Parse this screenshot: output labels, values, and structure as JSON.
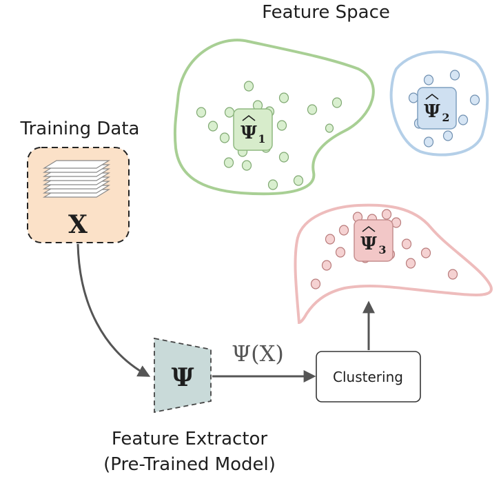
{
  "labels": {
    "feature_space": "Feature Space",
    "training_data": "Training Data",
    "dataset_symbol": "X",
    "extractor_symbol": "Ψ",
    "arrow_label": "Ψ(X)",
    "clustering": "Clustering",
    "extractor_line1": "Feature Extractor",
    "extractor_line2": "(Pre-Trained Model)"
  },
  "clusters": [
    {
      "id": "1",
      "symbol": "Ψ",
      "subscript": "1",
      "color": "#a8cf94",
      "fill": "#d7eccb",
      "point_fill": "#d9efcf",
      "point_stroke": "#7fa871"
    },
    {
      "id": "2",
      "symbol": "Ψ",
      "subscript": "2",
      "color": "#b4cfe8",
      "fill": "#cfe0f1",
      "point_fill": "#d6e5f4",
      "point_stroke": "#6f8fb0"
    },
    {
      "id": "3",
      "symbol": "Ψ",
      "subscript": "3",
      "color": "#eebcbc",
      "fill": "#f2c7c7",
      "point_fill": "#f5d2d2",
      "point_stroke": "#b87a7a"
    }
  ],
  "colors": {
    "training_box_fill": "#fbe1c8",
    "extractor_fill": "#c9dad9",
    "arrow": "#555555",
    "text": "#1e1e1e"
  }
}
